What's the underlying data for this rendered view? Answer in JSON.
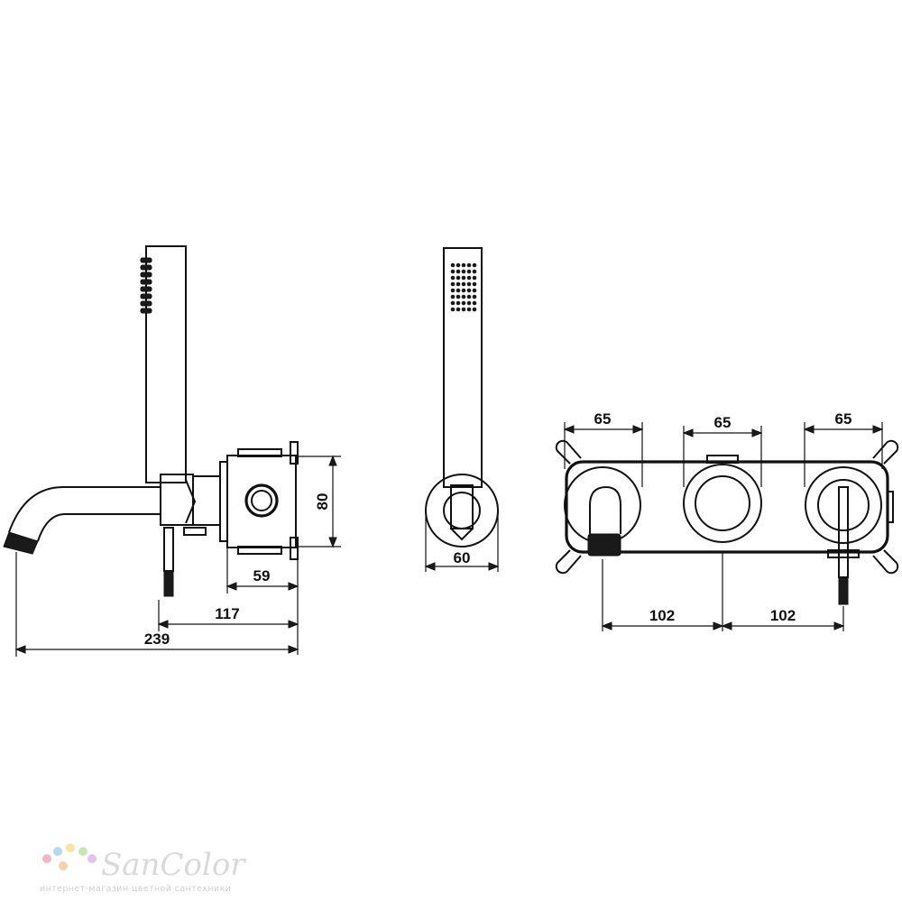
{
  "dimensions": {
    "side_view": {
      "height": "80",
      "depth_box": "59",
      "depth_lever": "117",
      "spout_reach": "239"
    },
    "hand_shower": {
      "holder_diameter": "60"
    },
    "front_view": {
      "rosette_left": "65",
      "rosette_center": "65",
      "rosette_right": "65",
      "spacing_left": "102",
      "spacing_right": "102"
    }
  },
  "watermark": {
    "name": "SanColor",
    "tagline": "интернет-магазин цветной сантехники",
    "dot_colors": [
      "#f4b6c2",
      "#b5d8f5",
      "#fde3a0",
      "#c8e6b0",
      "#e0c3f0",
      "#fbd0a8"
    ]
  }
}
